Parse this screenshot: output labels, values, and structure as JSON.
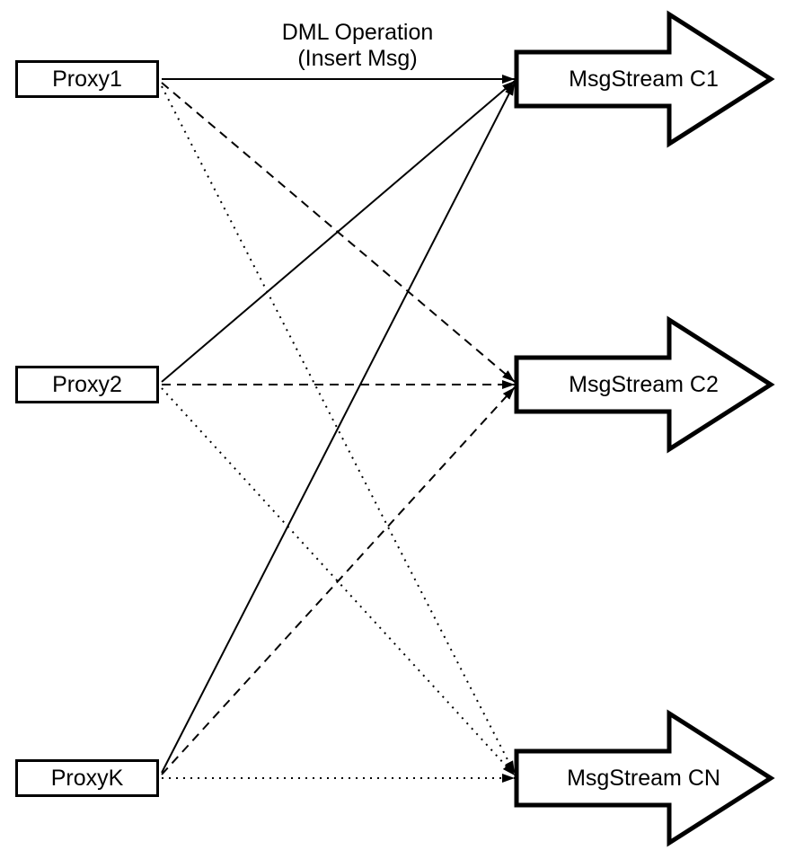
{
  "diagram": {
    "title": "Proxy to MsgStream fan-out diagram",
    "top_label": {
      "line1": "DML Operation",
      "line2": "(Insert Msg)"
    },
    "proxies": [
      {
        "id": "proxy1",
        "label": "Proxy1"
      },
      {
        "id": "proxy2",
        "label": "Proxy2"
      },
      {
        "id": "proxyk",
        "label": "ProxyK"
      }
    ],
    "streams": [
      {
        "id": "c1",
        "label": "MsgStream C1",
        "incoming_line_style": "solid"
      },
      {
        "id": "c2",
        "label": "MsgStream C2",
        "incoming_line_style": "dashed"
      },
      {
        "id": "cn",
        "label": "MsgStream CN",
        "incoming_line_style": "dotted"
      }
    ],
    "edges": [
      {
        "from": "Proxy1",
        "to": "MsgStream C1",
        "style": "solid",
        "arrowhead": true
      },
      {
        "from": "Proxy1",
        "to": "MsgStream C2",
        "style": "dashed",
        "arrowhead": true
      },
      {
        "from": "Proxy1",
        "to": "MsgStream CN",
        "style": "dotted",
        "arrowhead": true
      },
      {
        "from": "Proxy2",
        "to": "MsgStream C1",
        "style": "solid",
        "arrowhead": true
      },
      {
        "from": "Proxy2",
        "to": "MsgStream C2",
        "style": "dashed",
        "arrowhead": true
      },
      {
        "from": "Proxy2",
        "to": "MsgStream CN",
        "style": "dotted",
        "arrowhead": true
      },
      {
        "from": "ProxyK",
        "to": "MsgStream C1",
        "style": "solid",
        "arrowhead": true
      },
      {
        "from": "ProxyK",
        "to": "MsgStream C2",
        "style": "dashed",
        "arrowhead": true
      },
      {
        "from": "ProxyK",
        "to": "MsgStream CN",
        "style": "dotted",
        "arrowhead": true
      }
    ],
    "colors": {
      "stroke": "#000000",
      "fill": "#ffffff",
      "background": "#ffffff"
    }
  }
}
